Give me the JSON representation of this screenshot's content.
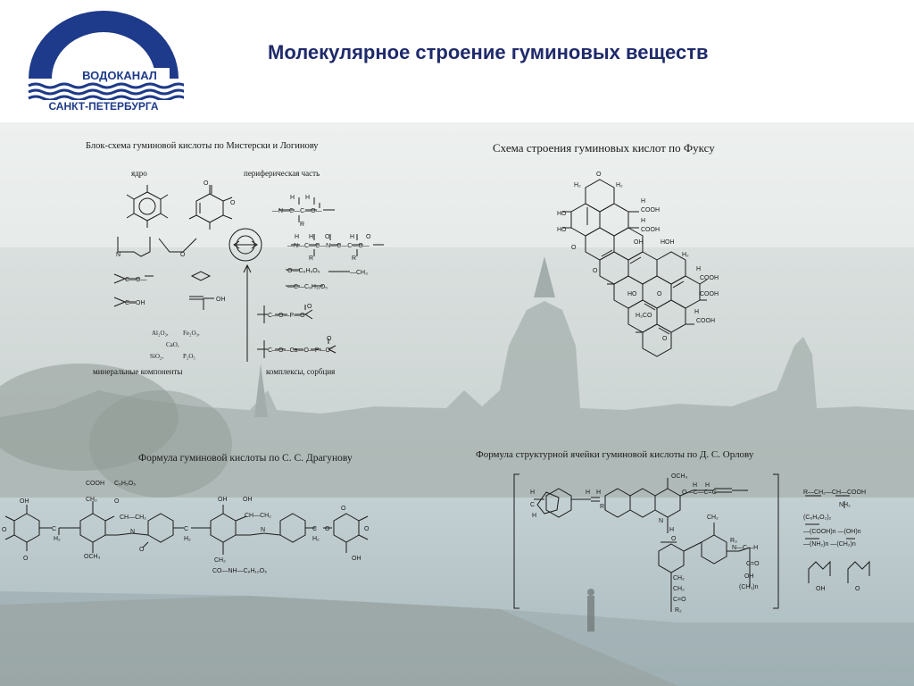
{
  "header": {
    "title": "Молекулярное строение гуминовых веществ",
    "logo_text": "ВОДОКАНАЛ",
    "logo_city": "САНКТ-ПЕТЕРБУРГА"
  },
  "colors": {
    "title": "#1f2a6b",
    "logo_blue": "#1e3a8a",
    "sky": "#c9d2d3",
    "water": "#aebfc5",
    "ink": "#1a1a1a"
  },
  "panels": {
    "block_scheme": {
      "caption": "Блок-схема гуминовой кислоты по Мнстерски и Логинову",
      "label_core": "ядро",
      "label_peripheral": "периферическая часть",
      "label_mineral": "минеральные компоненты",
      "label_complexes": "комплексы, сорбция",
      "oxides": [
        "Al₂O₃,",
        "Fe₂O₃,",
        "CaO,",
        "SiO₂,",
        "P₂O₅"
      ]
    },
    "fuchs": {
      "caption": "Схема строения гуминовых кислот по Фуксу"
    },
    "dragunov": {
      "caption": "Формула гуминовой кислоты по С. С. Драгунову"
    },
    "orlov": {
      "caption": "Формула структурной ячейки гуминовой кислоты по Д. С. Орлову"
    }
  }
}
